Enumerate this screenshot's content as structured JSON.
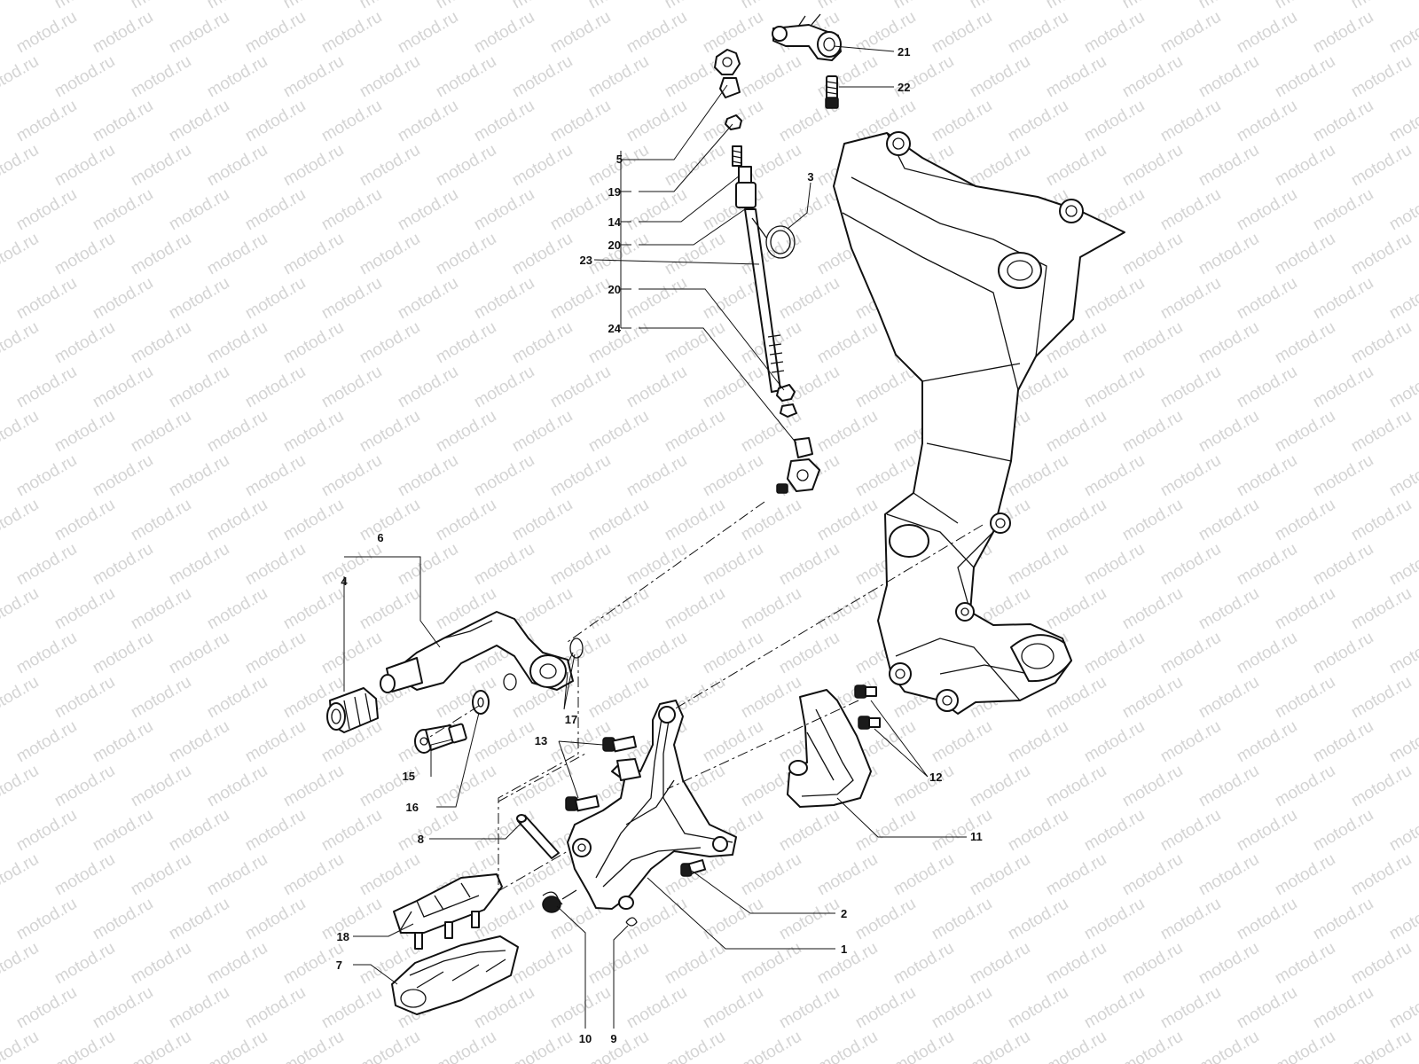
{
  "watermark": "motod.ru",
  "callouts": [
    {
      "id": "21",
      "text": "21"
    },
    {
      "id": "22",
      "text": "22"
    },
    {
      "id": "5",
      "text": "5"
    },
    {
      "id": "19",
      "text": "19"
    },
    {
      "id": "14",
      "text": "14"
    },
    {
      "id": "20a",
      "text": "20"
    },
    {
      "id": "23",
      "text": "23"
    },
    {
      "id": "20b",
      "text": "20"
    },
    {
      "id": "24",
      "text": "24"
    },
    {
      "id": "3",
      "text": "3"
    },
    {
      "id": "6",
      "text": "6"
    },
    {
      "id": "4",
      "text": "4"
    },
    {
      "id": "17",
      "text": "17"
    },
    {
      "id": "15",
      "text": "15"
    },
    {
      "id": "16",
      "text": "16"
    },
    {
      "id": "13",
      "text": "13"
    },
    {
      "id": "12",
      "text": "12"
    },
    {
      "id": "11",
      "text": "11"
    },
    {
      "id": "8",
      "text": "8"
    },
    {
      "id": "2",
      "text": "2"
    },
    {
      "id": "1",
      "text": "1"
    },
    {
      "id": "18",
      "text": "18"
    },
    {
      "id": "7",
      "text": "7"
    },
    {
      "id": "10",
      "text": "10"
    },
    {
      "id": "9",
      "text": "9"
    }
  ]
}
